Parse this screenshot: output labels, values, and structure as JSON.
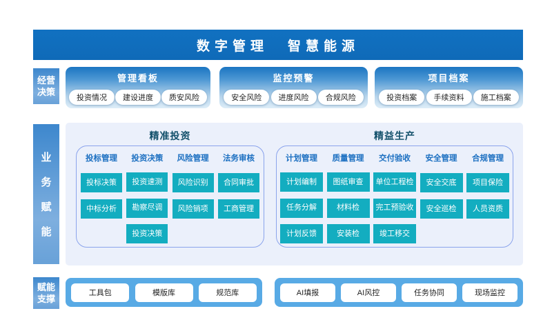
{
  "banner": {
    "title_left": "数字管理",
    "title_right": "智慧能源"
  },
  "decision": {
    "sidebar": [
      "经营",
      "决策"
    ],
    "panels": [
      {
        "title": "管理看板",
        "pills": [
          "投资情况",
          "建设进度",
          "质安风险"
        ]
      },
      {
        "title": "监控预警",
        "pills": [
          "安全风险",
          "进度风险",
          "合规风险"
        ]
      },
      {
        "title": "项目档案",
        "pills": [
          "投资档案",
          "手续资料",
          "施工档案"
        ]
      }
    ]
  },
  "business": {
    "sidebar": [
      "业",
      "务",
      "赋",
      "能"
    ],
    "sections": [
      {
        "title": "精准投资",
        "columns": [
          {
            "header": "投标管理",
            "items": [
              "投标决策",
              "中标分析"
            ]
          },
          {
            "header": "投资决策",
            "items": [
              "投资速测",
              "勘察尽调",
              "投资决策"
            ]
          },
          {
            "header": "风险管理",
            "items": [
              "风险识别",
              "风险销项"
            ]
          },
          {
            "header": "法务审核",
            "items": [
              "合同审批",
              "工商管理"
            ]
          }
        ]
      },
      {
        "title": "精益生产",
        "columns": [
          {
            "header": "计划管理",
            "items": [
              "计划编制",
              "任务分解",
              "计划反馈"
            ]
          },
          {
            "header": "质量管理",
            "items": [
              "图纸审查",
              "材料检",
              "安装检"
            ]
          },
          {
            "header": "交付验收",
            "items": [
              "单位工程检",
              "完工预验收",
              "竣工移交"
            ]
          },
          {
            "header": "安全管理",
            "items": [
              "安全交底",
              "安全巡检"
            ]
          },
          {
            "header": "合规管理",
            "items": [
              "项目保险",
              "人员资质"
            ]
          }
        ]
      }
    ]
  },
  "support": {
    "sidebar": [
      "赋能",
      "支撑"
    ],
    "panels": [
      {
        "buttons": [
          "工具包",
          "模版库",
          "规范库"
        ]
      },
      {
        "buttons": [
          "AI填报",
          "AI风控",
          "任务协同",
          "现场监控"
        ]
      }
    ]
  },
  "colors": {
    "brand_blue": "#1171c1",
    "brand_blue_dark": "#0f6ab8",
    "kanban_top": "#1b75c2",
    "kanban_bottom": "#ddedf8",
    "sidebar_top": "#3d87cd",
    "sidebar_bottom": "#7eafdf",
    "main_bg": "#ebf0fb",
    "box_border": "#8aa3ec",
    "section_title": "#12506b",
    "column_header": "#1b6fc1",
    "teal": "#13adc0",
    "support_blue": "#58aae5"
  }
}
